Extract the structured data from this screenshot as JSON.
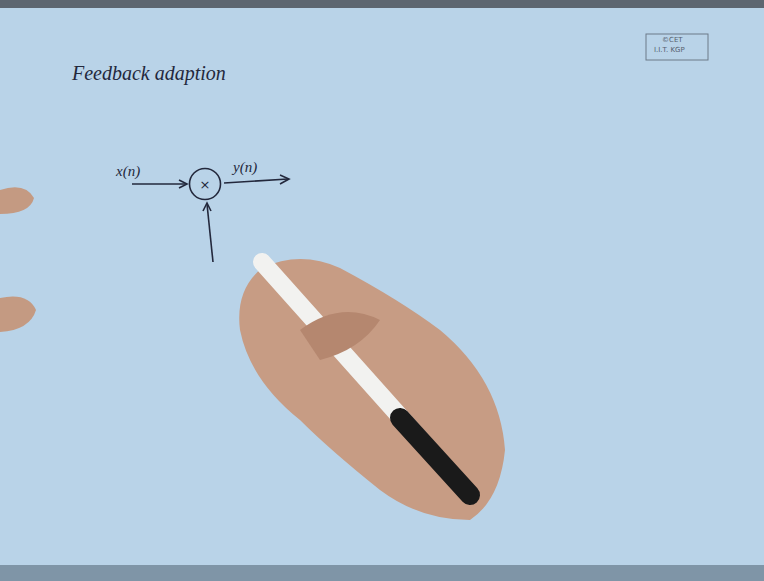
{
  "diagram": {
    "title": "Feedback adaption",
    "nodes": [
      {
        "text": [
          "×"
        ]
      }
    ],
    "labels": [
      "x(n)",
      "y(n)",
      "©CET",
      "I.I.T. KGP"
    ]
  }
}
